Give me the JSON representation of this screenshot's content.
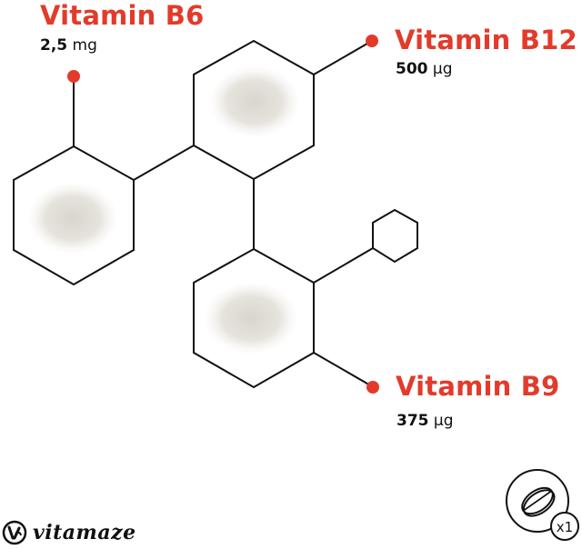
{
  "vitamins": [
    {
      "name": "Vitamin B6",
      "amount": "2,5",
      "unit": "mg"
    },
    {
      "name": "Vitamin B12",
      "amount": "500",
      "unit": "µg"
    },
    {
      "name": "Vitamin B9",
      "amount": "375",
      "unit": "µg"
    }
  ],
  "brand": {
    "name": "vitamaze",
    "logo_icon": "vitamaze-v-logo"
  },
  "dose_badge": {
    "icon": "tablet-icon",
    "count": "x1"
  },
  "colors": {
    "accent": "#e23b2b",
    "line": "#111111",
    "powder": "#e9e6e0"
  }
}
